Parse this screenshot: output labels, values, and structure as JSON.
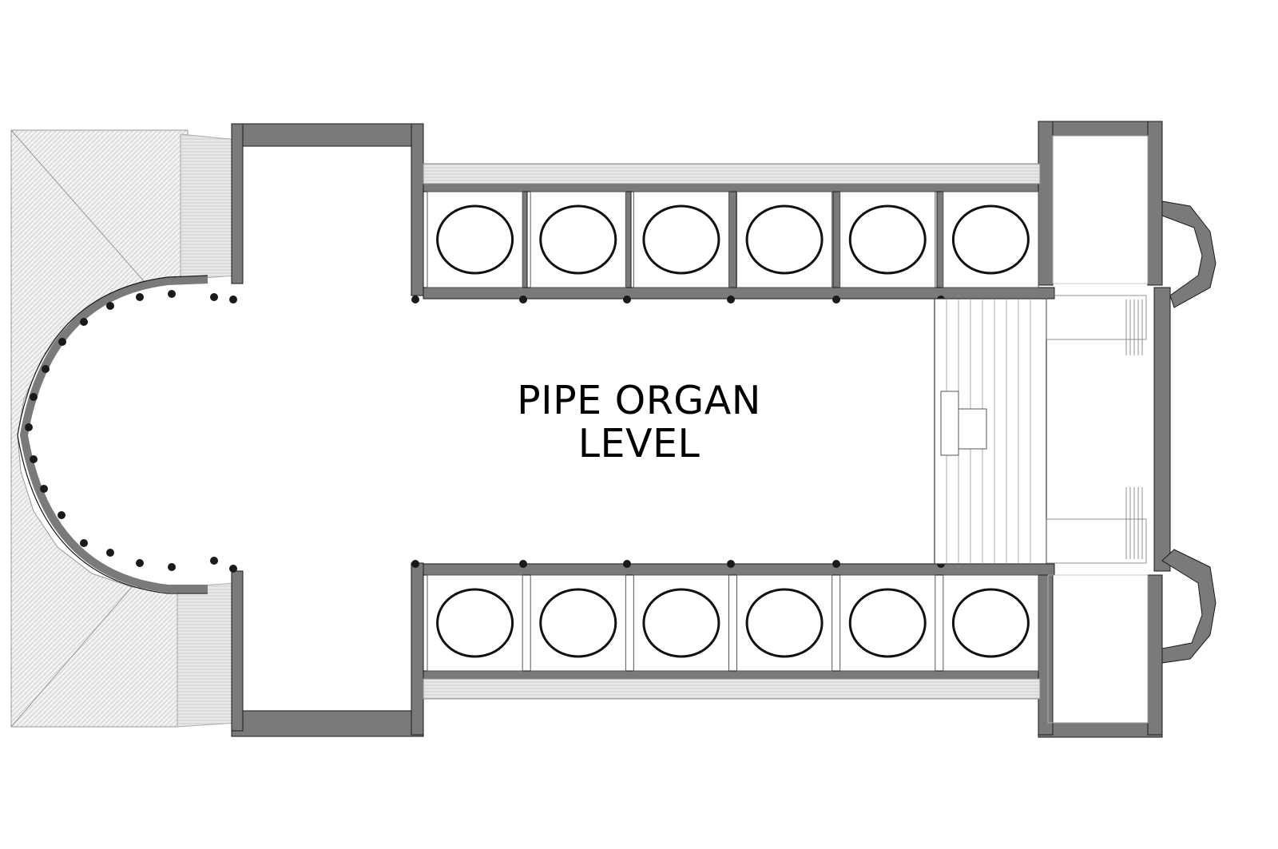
{
  "plan": {
    "title_line1": "PIPE ORGAN",
    "title_line2": "LEVEL",
    "colors": {
      "wall": "#7a7a7a",
      "wall_outline": "#1a1a1a",
      "roof_hatch": "#c8c8c8",
      "pipe_outline": "#111111"
    },
    "bay_count_per_side": 6
  }
}
